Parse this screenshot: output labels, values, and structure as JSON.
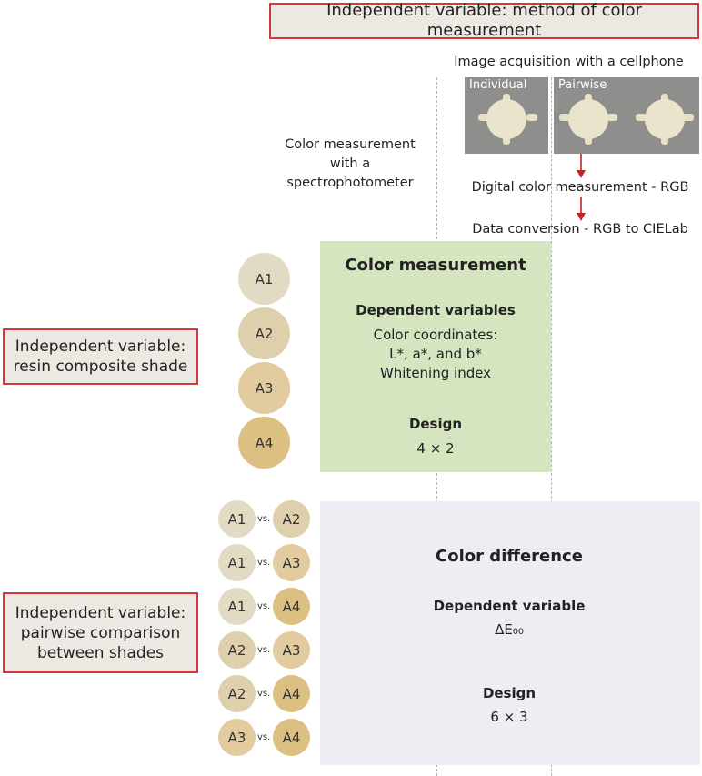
{
  "top_box": "Independent variable: method of color measurement",
  "cellphone": {
    "title": "Image acquisition with a cellphone",
    "label_individual": "Individual",
    "label_pairwise": "Pairwise",
    "step1": "Digital color measurement - RGB",
    "step2": "Data conversion - RGB to CIELab"
  },
  "spectro": {
    "line1": "Color measurement",
    "line2": "with a",
    "line3": "spectrophotometer"
  },
  "left_box_1": {
    "line1": "Independent variable:",
    "line2": "resin composite shade"
  },
  "left_box_2": {
    "line1": "Independent variable:",
    "line2": "pairwise comparison",
    "line3": "between shades"
  },
  "measurement": {
    "title": "Color measurement",
    "dep_heading": "Dependent variables",
    "dep_line1": "Color coordinates:",
    "dep_line2": "L*, a*, and b*",
    "dep_line3": "Whitening index",
    "design_heading": "Design",
    "design_value": "4 × 2"
  },
  "difference": {
    "title": "Color difference",
    "dep_heading": "Dependent variable",
    "dep_value": "ΔE₀₀",
    "design_heading": "Design",
    "design_value": "6 × 3"
  },
  "shades": [
    {
      "label": "A1",
      "color": "#e2dbc3"
    },
    {
      "label": "A2",
      "color": "#dfd0ad"
    },
    {
      "label": "A3",
      "color": "#e1cb9f"
    },
    {
      "label": "A4",
      "color": "#dcbf83"
    }
  ],
  "vs_label": "vs.",
  "pairs": [
    [
      "A1",
      "A2"
    ],
    [
      "A1",
      "A3"
    ],
    [
      "A1",
      "A4"
    ],
    [
      "A2",
      "A3"
    ],
    [
      "A2",
      "A4"
    ],
    [
      "A3",
      "A4"
    ]
  ],
  "colors": {
    "box_border": "#d6373a",
    "arrow": "#cc1f26",
    "measurement_bg": "#d4e5c0",
    "difference_bg": "#eeedf4"
  }
}
